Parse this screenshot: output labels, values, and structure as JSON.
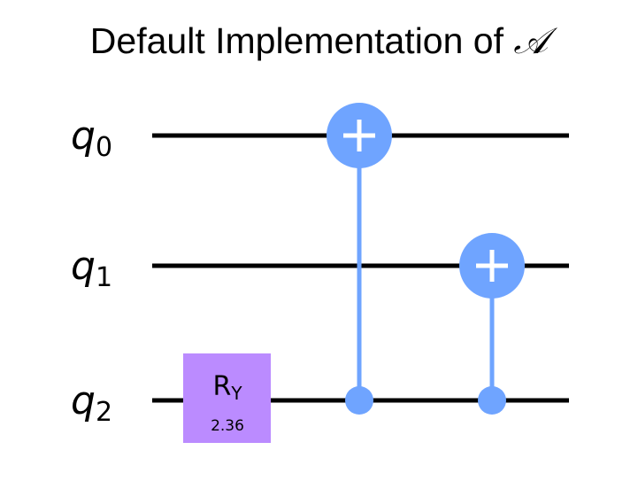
{
  "title": {
    "prefix": "Default Implementation of ",
    "symbol": "𝒜"
  },
  "qubits": [
    {
      "name": "q",
      "index": "0"
    },
    {
      "name": "q",
      "index": "1"
    },
    {
      "name": "q",
      "index": "2"
    }
  ],
  "gates": {
    "ry": {
      "label": "R",
      "subscript": "Y",
      "param": "2.36",
      "color": "#bb8bff",
      "qubit": 2
    },
    "cnots": [
      {
        "control": 2,
        "target": 0,
        "color": "#6fa4ff"
      },
      {
        "control": 2,
        "target": 1,
        "color": "#6fa4ff"
      }
    ]
  }
}
